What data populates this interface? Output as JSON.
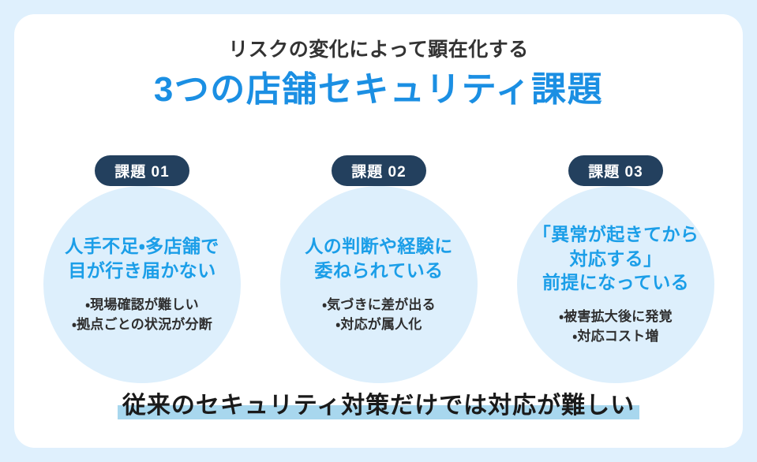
{
  "page": {
    "background_color": "#dff0fd",
    "card_color": "#ffffff"
  },
  "header": {
    "subtitle": "リスクの変化によって顕在化する",
    "title": "3つの店舗セキュリティ課題",
    "title_color": "#1b8fe3",
    "subtitle_color": "#333333"
  },
  "columns": [
    {
      "badge": "課題 01",
      "badge_color": "#23405e",
      "circle_color": "#ddeffc",
      "heading_color": "#1b9ee8",
      "heading": [
        "人手不足・多店舗で",
        "目が行き届かない"
      ],
      "bullets": [
        "・現場確認が難しい",
        "・拠点ごとの状況が分断"
      ]
    },
    {
      "badge": "課題 02",
      "badge_color": "#23405e",
      "circle_color": "#ddeffc",
      "heading_color": "#1b9ee8",
      "heading": [
        "人の判断や経験に",
        "委ねられている"
      ],
      "bullets": [
        "・気づきに差が出る",
        "・対応が属人化"
      ]
    },
    {
      "badge": "課題 03",
      "badge_color": "#23405e",
      "circle_color": "#ddeffc",
      "heading_color": "#1b9ee8",
      "heading": [
        "「異常が起きてから",
        "対応する」",
        "前提になっている"
      ],
      "bullets": [
        "・被害拡大後に発覚",
        "・対応コスト増"
      ]
    }
  ],
  "footer": {
    "text": "従来のセキュリティ対策だけでは対応が難しい",
    "highlight_color": "#a8d7ee",
    "text_color": "#1a1a1a"
  }
}
